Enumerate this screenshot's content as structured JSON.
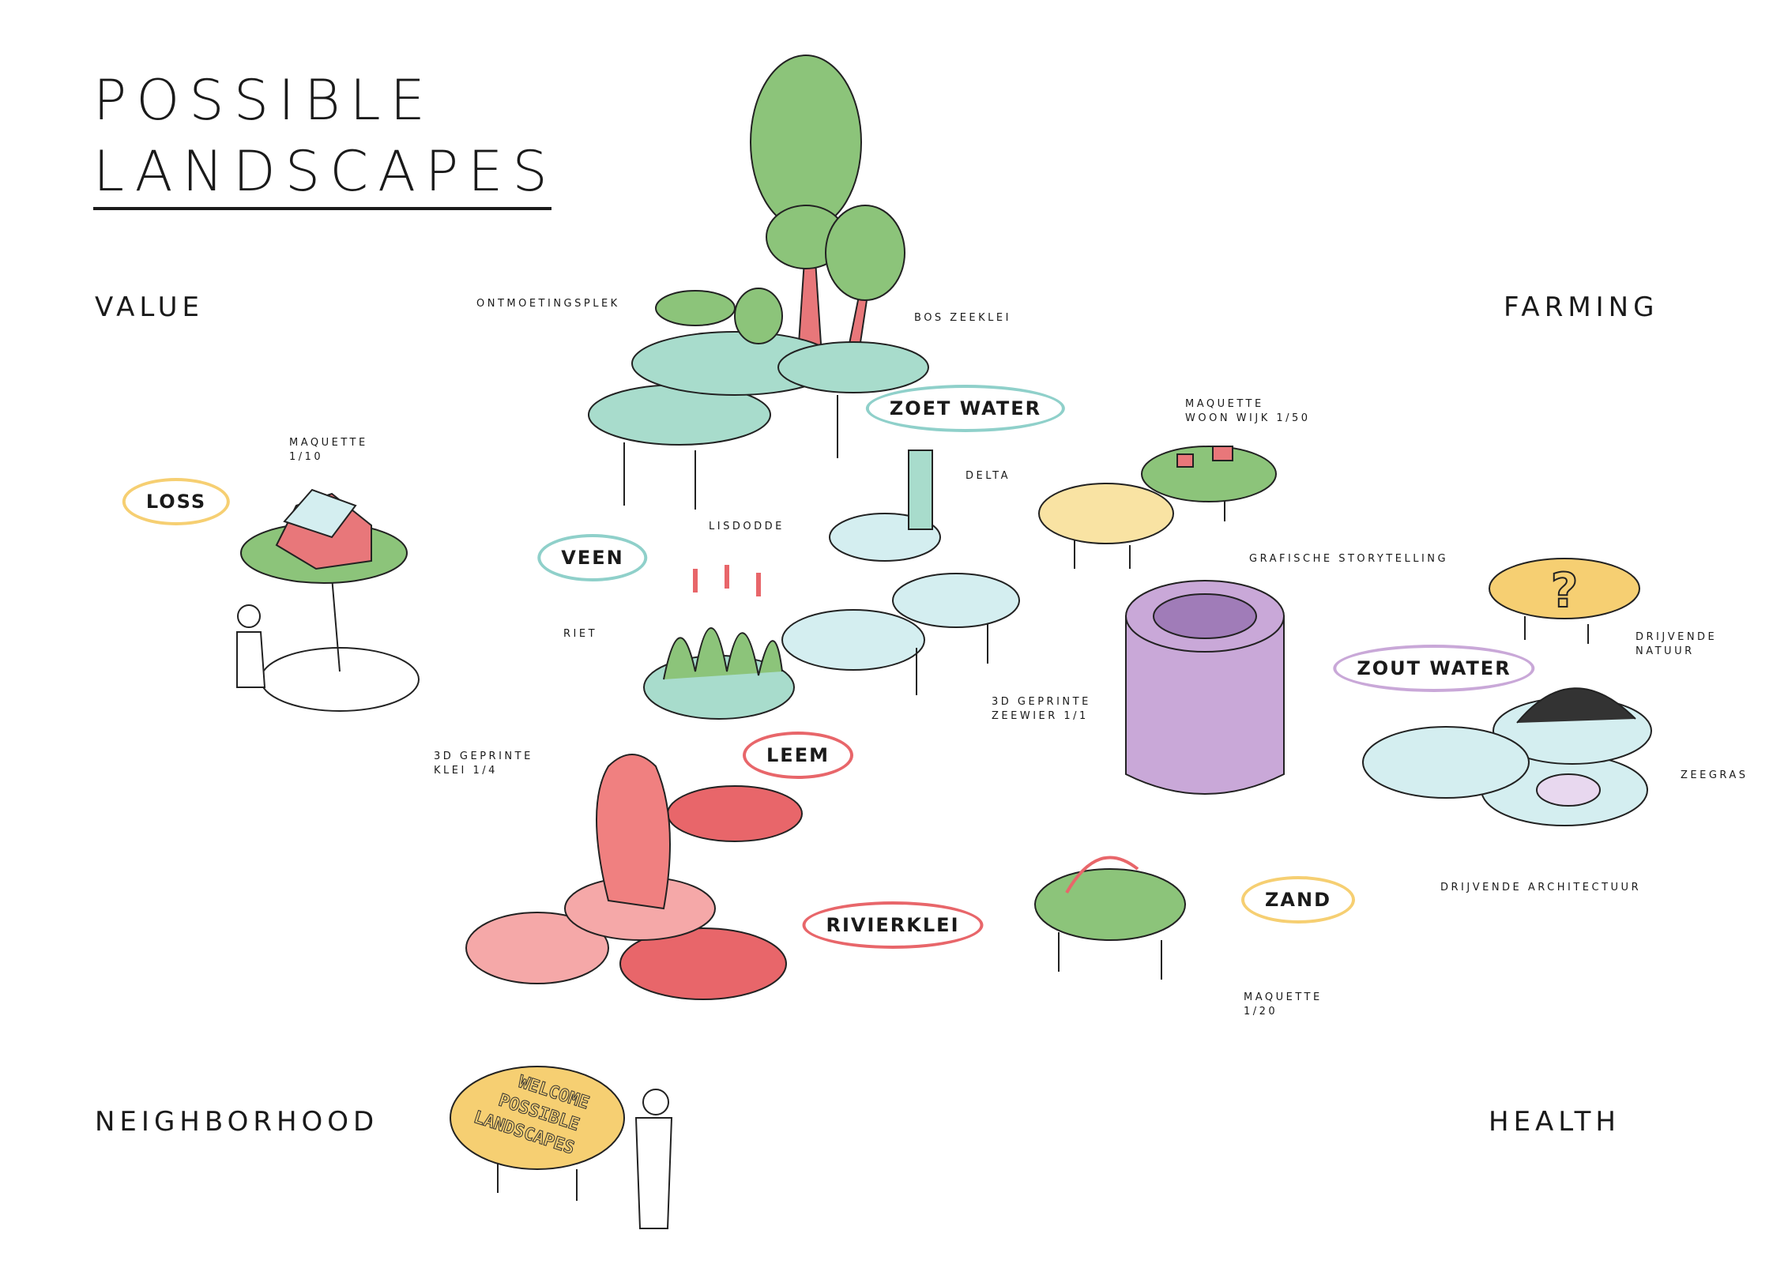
{
  "title": {
    "line1": "POSSIBLE",
    "line2": "LANDSCAPES"
  },
  "themes": {
    "value": "VALUE",
    "farming": "FARMING",
    "neighborhood": "NEIGHBORHOOD",
    "health": "HEALTH"
  },
  "bubbles": {
    "loss": "LOSS",
    "veen": "VEEN",
    "zoet_water": "ZOET WATER",
    "zout_water": "ZOUT WATER",
    "leem": "LEEM",
    "rivierklei": "RIVIERKLEI",
    "zand": "ZAND"
  },
  "annotations": {
    "ontmoetingsplek": "ONTMOETINGSPLEK",
    "bos_zeeklei": "BOS ZEEKLEI",
    "maquette_1_10": "MAQUETTE\n1/10",
    "maquette_woonwijk": "MAQUETTE\nWOON WIJK 1/50",
    "delta": "DELTA",
    "lisdodde": "LISDODDE",
    "riet": "RIET",
    "grafische_storytelling": "GRAFISCHE STORYTELLING",
    "zeewier": "3D GEPRINTE\nZEEWIER 1/1",
    "drijvende_natuur": "DRIJVENDE\nNATUUR",
    "zeegras": "ZEEGRAS",
    "drijvende_architectuur": "DRIJVENDE ARCHITECTUUR",
    "klei": "3D GEPRINTE\nKLEI 1/4",
    "maquette_1_20": "MAQUETTE\n1/20"
  },
  "welcome_table": {
    "line1": "WELCOME",
    "line2": "POSSIBLE",
    "line3": "LANDSCAPES"
  },
  "question_mark": "?",
  "colors": {
    "yellow": "#f6cf72",
    "teal": "#8fd0ca",
    "lavender": "#c9a8d8",
    "red": "#e8666a",
    "green": "#8cc47a",
    "water": "#d4eef0"
  }
}
